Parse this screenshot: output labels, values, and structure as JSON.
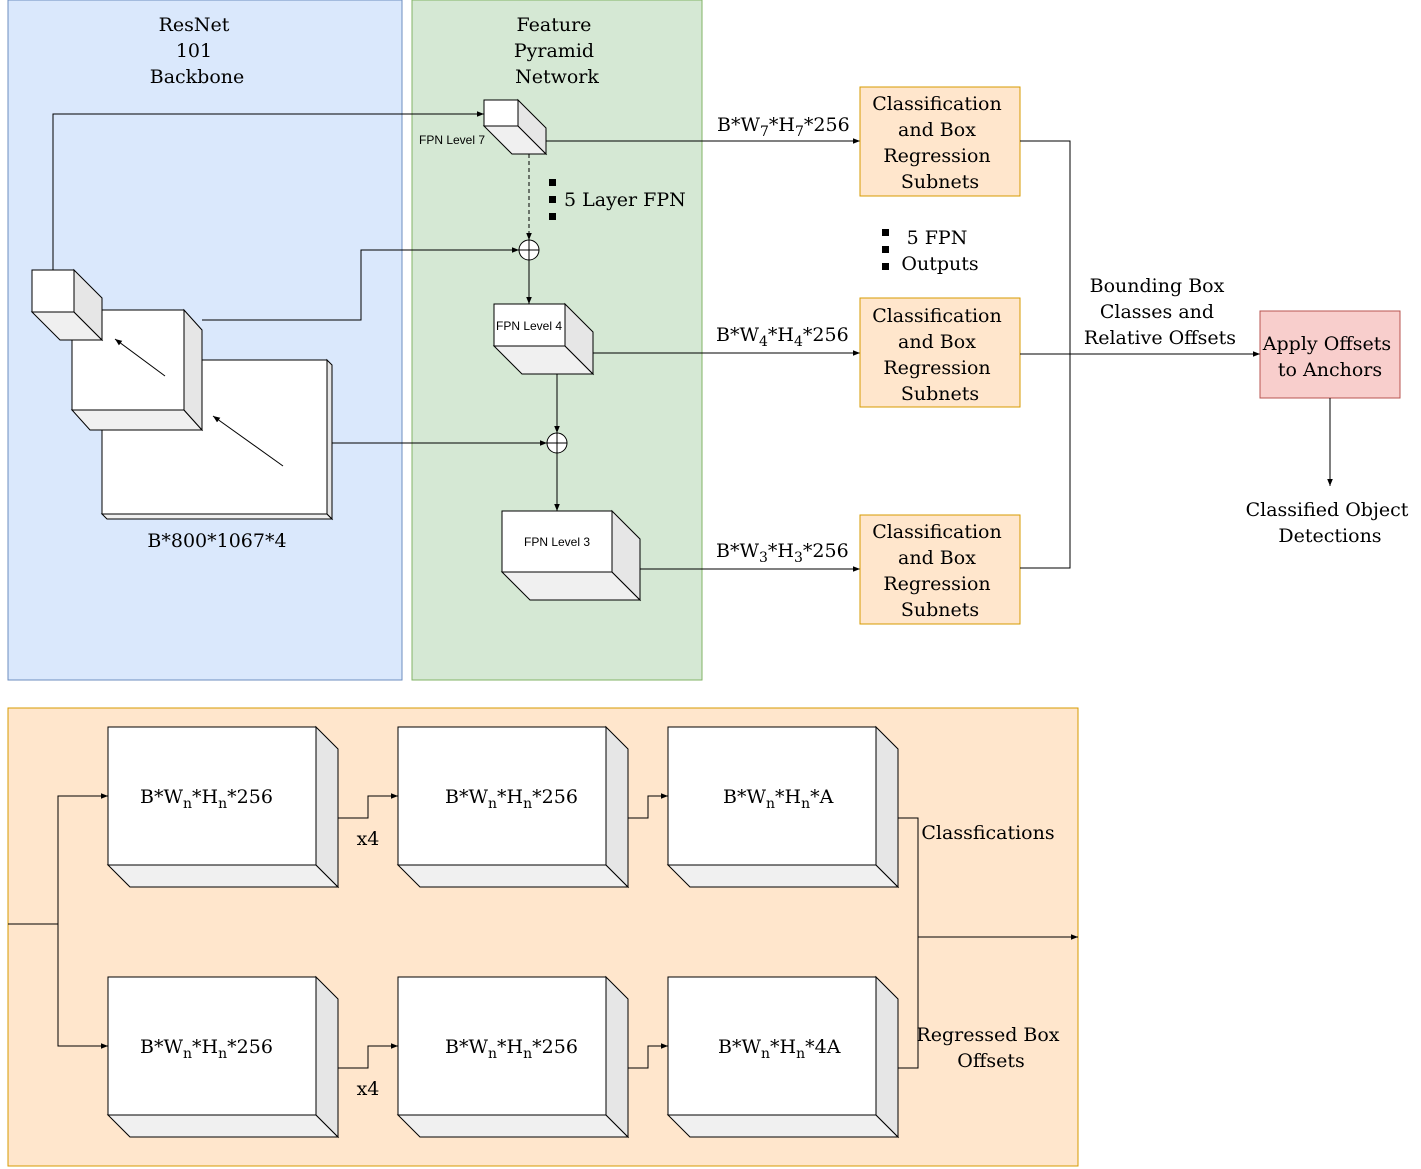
{
  "colors": {
    "backbone_fill": "#dae8fc",
    "backbone_stroke": "#6c8ebf",
    "fpn_fill": "#d5e8d4",
    "fpn_stroke": "#82b366",
    "subnet_fill": "#ffe6cc",
    "subnet_stroke": "#d79b00",
    "anchors_fill": "#f8cecc",
    "anchors_stroke": "#b85450"
  },
  "backbone": {
    "title_lines": [
      "ResNet",
      "101",
      "Backbone"
    ],
    "input_label": "B*800*1067*4"
  },
  "fpn": {
    "title_lines": [
      "Feature",
      "Pyramid",
      "Network"
    ],
    "level7_label": "FPN Level 7",
    "level4_label": "FPN Level 4",
    "level3_label": "FPN Level 3",
    "layers_note": "5 Layer FPN"
  },
  "edges": {
    "l7": {
      "base": "B*W",
      "sub1": "7",
      "mid": "*H",
      "sub2": "7",
      "tail": "*256"
    },
    "l4": {
      "base": "B*W",
      "sub1": "4",
      "mid": "*H",
      "sub2": "4",
      "tail": "*256"
    },
    "l3": {
      "base": "B*W",
      "sub1": "3",
      "mid": "*H",
      "sub2": "3",
      "tail": "*256"
    }
  },
  "subnets": {
    "label_lines": [
      "Classification",
      "and Box",
      "Regression",
      "Subnets"
    ],
    "outputs_note_lines": [
      "5 FPN",
      "Outputs"
    ]
  },
  "bbox_label_lines": [
    "Bounding Box",
    "Classes and",
    "Relative Offsets"
  ],
  "anchors": {
    "label_lines": [
      "Apply Offsets",
      "to Anchors"
    ]
  },
  "detections_label_lines": [
    "Classified Object",
    "Detections"
  ],
  "detail": {
    "repeat_label": "x4",
    "cls_row": [
      {
        "base": "B*W",
        "sub1": "n",
        "mid": "*H",
        "sub2": "n",
        "tail": "*256"
      },
      {
        "base": "B*W",
        "sub1": "n",
        "mid": "*H",
        "sub2": "n",
        "tail": "*256"
      },
      {
        "base": "B*W",
        "sub1": "n",
        "mid": "*H",
        "sub2": "n",
        "tail": "*A"
      }
    ],
    "reg_row": [
      {
        "base": "B*W",
        "sub1": "n",
        "mid": "*H",
        "sub2": "n",
        "tail": "*256"
      },
      {
        "base": "B*W",
        "sub1": "n",
        "mid": "*H",
        "sub2": "n",
        "tail": "*256"
      },
      {
        "base": "B*W",
        "sub1": "n",
        "mid": "*H",
        "sub2": "n",
        "tail": "*4A"
      }
    ],
    "classifications_label": "Classfications",
    "regressed_label_lines": [
      "Regressed Box",
      "Offsets"
    ]
  }
}
